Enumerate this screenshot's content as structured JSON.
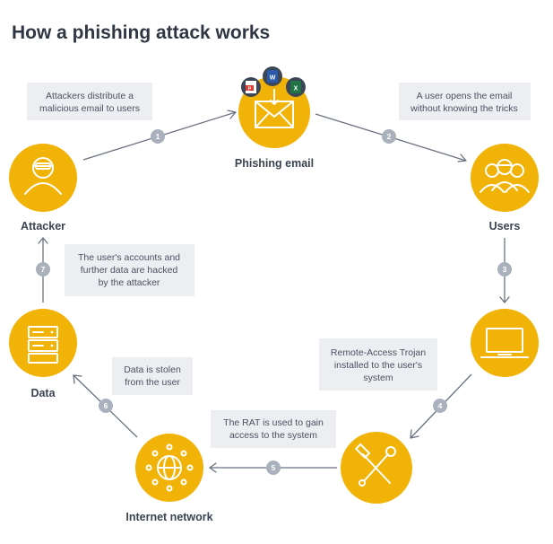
{
  "title": "How a phishing attack works",
  "colors": {
    "node": "#f2b308",
    "badge": "#a9b1bc",
    "callout": "#eceef1",
    "line": "#6a7280"
  },
  "nodes": [
    {
      "label": "Phishing email",
      "icon": "envelope-with-document-icons"
    },
    {
      "label": "Users",
      "icon": "users-group-icon"
    },
    {
      "label": "",
      "icon": "laptop-icon"
    },
    {
      "label": "",
      "icon": "hammer-wrench-tools-icon"
    },
    {
      "label": "Internet network",
      "icon": "globe-network-icon"
    },
    {
      "label": "Data",
      "icon": "server-icon"
    },
    {
      "label": "Attacker",
      "icon": "hacker-icon"
    }
  ],
  "email_attachments": [
    "P",
    "W",
    "X"
  ],
  "steps": [
    "1",
    "2",
    "3",
    "4",
    "5",
    "6",
    "7"
  ],
  "callouts": [
    {
      "lines": [
        "Attackers distribute a",
        "malicious email to users"
      ]
    },
    {
      "lines": [
        "A user opens the email",
        "without knowing the tricks"
      ]
    },
    {
      "lines": [
        "Remote-Access Trojan",
        "installed to the user's",
        "system"
      ]
    },
    {
      "lines": [
        "The RAT is used to gain",
        "access to the system"
      ]
    },
    {
      "lines": [
        "Data is stolen",
        "from the user"
      ]
    },
    {
      "lines": [
        "The user's accounts and",
        "further data are hacked",
        "by the attacker"
      ]
    }
  ]
}
